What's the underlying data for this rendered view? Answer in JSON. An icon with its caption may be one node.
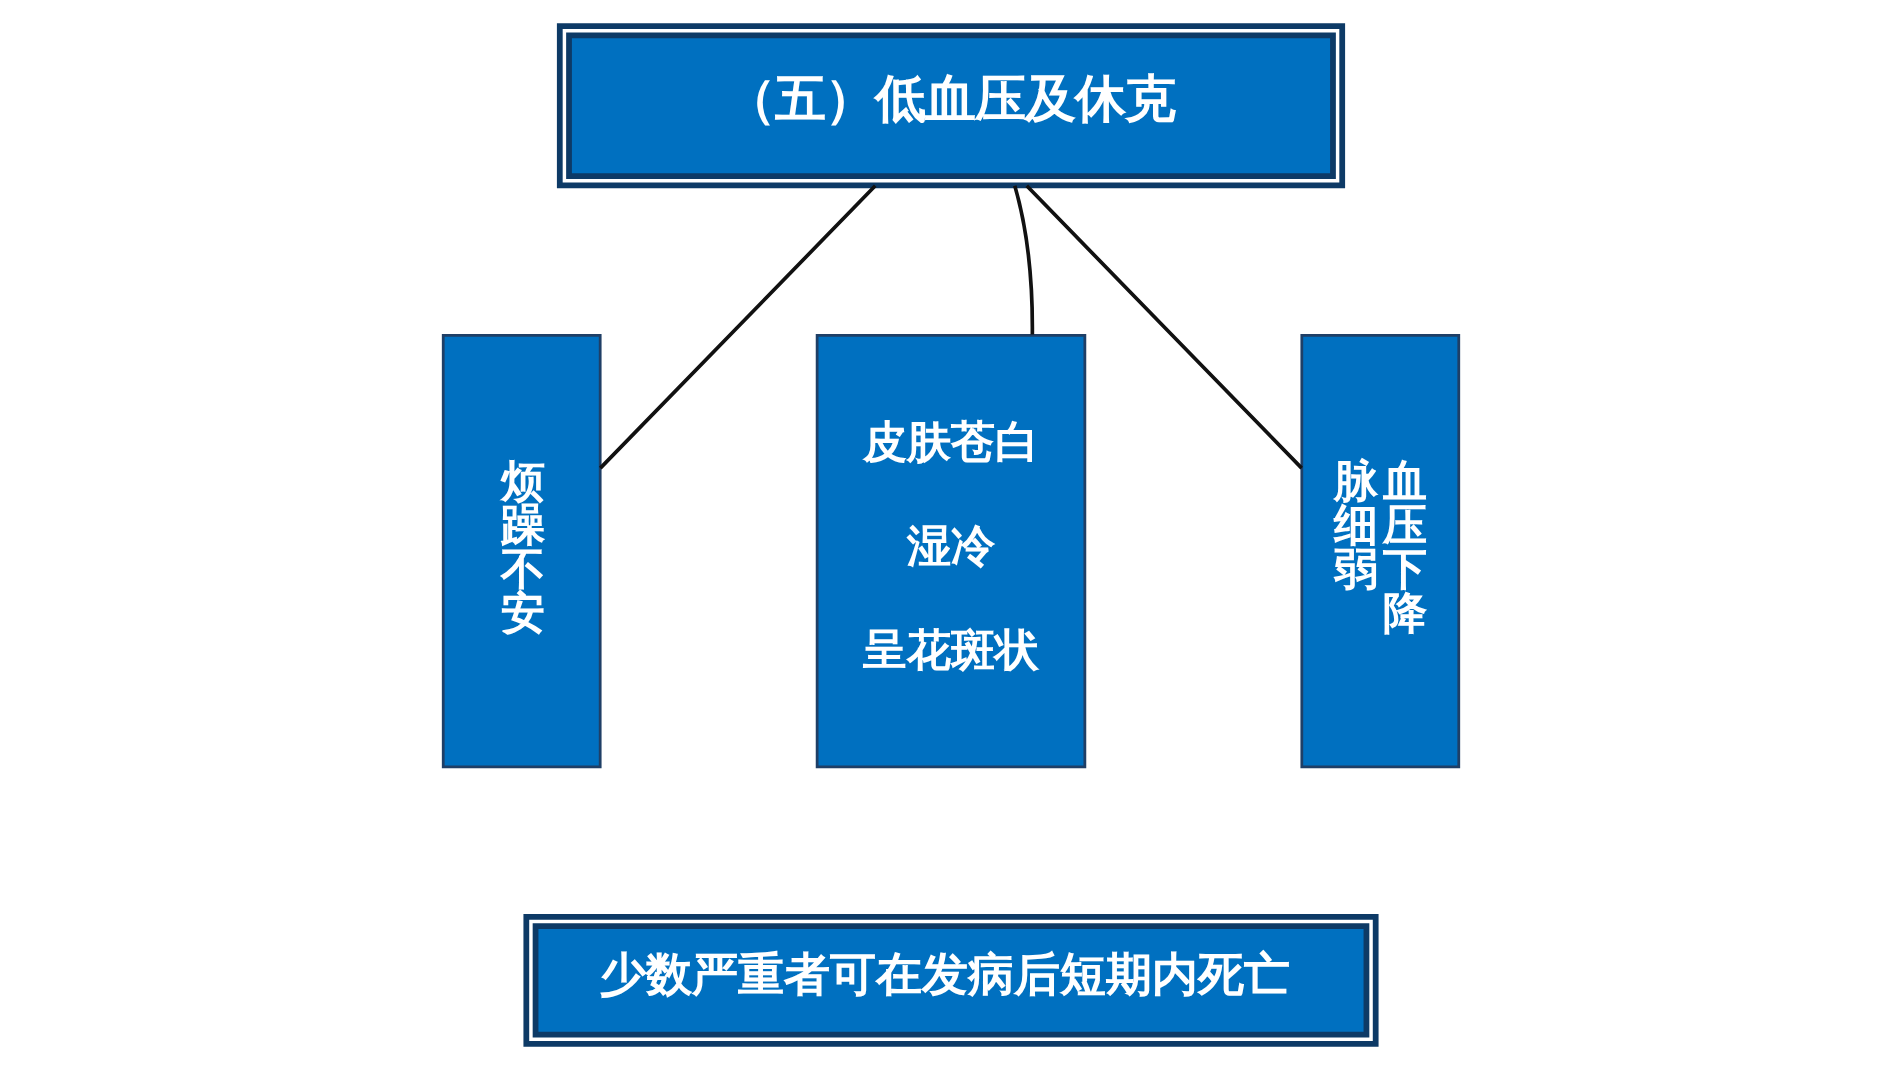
{
  "diagram": {
    "nodes": [
      {
        "text": [
          "（五）低血压及休克"
        ]
      },
      {
        "text": [
          "烦躁不安"
        ]
      },
      {
        "text": [
          "皮肤苍白",
          "湿冷",
          "呈花斑状"
        ]
      },
      {
        "text": [
          "脉细弱",
          "血压下降"
        ]
      },
      {
        "text": [
          "少数严重者可在发病后短期内死亡"
        ]
      }
    ],
    "edges": [
      {
        "from": 0,
        "to": 1,
        "arrow": "none"
      },
      {
        "from": 0,
        "to": 2,
        "arrow": "none"
      },
      {
        "from": 0,
        "to": 3,
        "arrow": "none"
      }
    ]
  }
}
